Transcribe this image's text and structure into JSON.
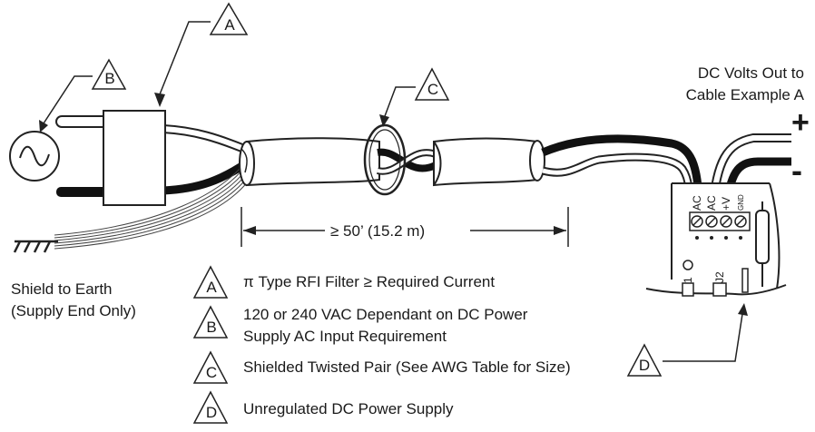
{
  "callouts": {
    "a": "A",
    "b": "B",
    "c": "C",
    "d": "D"
  },
  "labels": {
    "dc_out_line1": "DC Volts Out to",
    "dc_out_line2": "Cable Example A",
    "plus": "+",
    "minus": "-",
    "distance": "≥ 50’ (15.2 m)",
    "shield_line1": "Shield to Earth",
    "shield_line2": "(Supply End Only)"
  },
  "terminals": {
    "ac1": "AC",
    "ac2": "AC",
    "vplus": "+V",
    "gnd": "GND",
    "j1": "J1",
    "j2": "J2"
  },
  "legend": [
    {
      "letter": "A",
      "text": "π Type RFI Filter ≥ Required Current"
    },
    {
      "letter": "B",
      "text_line1": "120 or 240 VAC Dependant on DC Power",
      "text_line2": "Supply AC Input Requirement"
    },
    {
      "letter": "C",
      "text": "Shielded Twisted Pair (See AWG Table for Size)"
    },
    {
      "letter": "D",
      "text": "Unregulated DC Power Supply"
    }
  ]
}
